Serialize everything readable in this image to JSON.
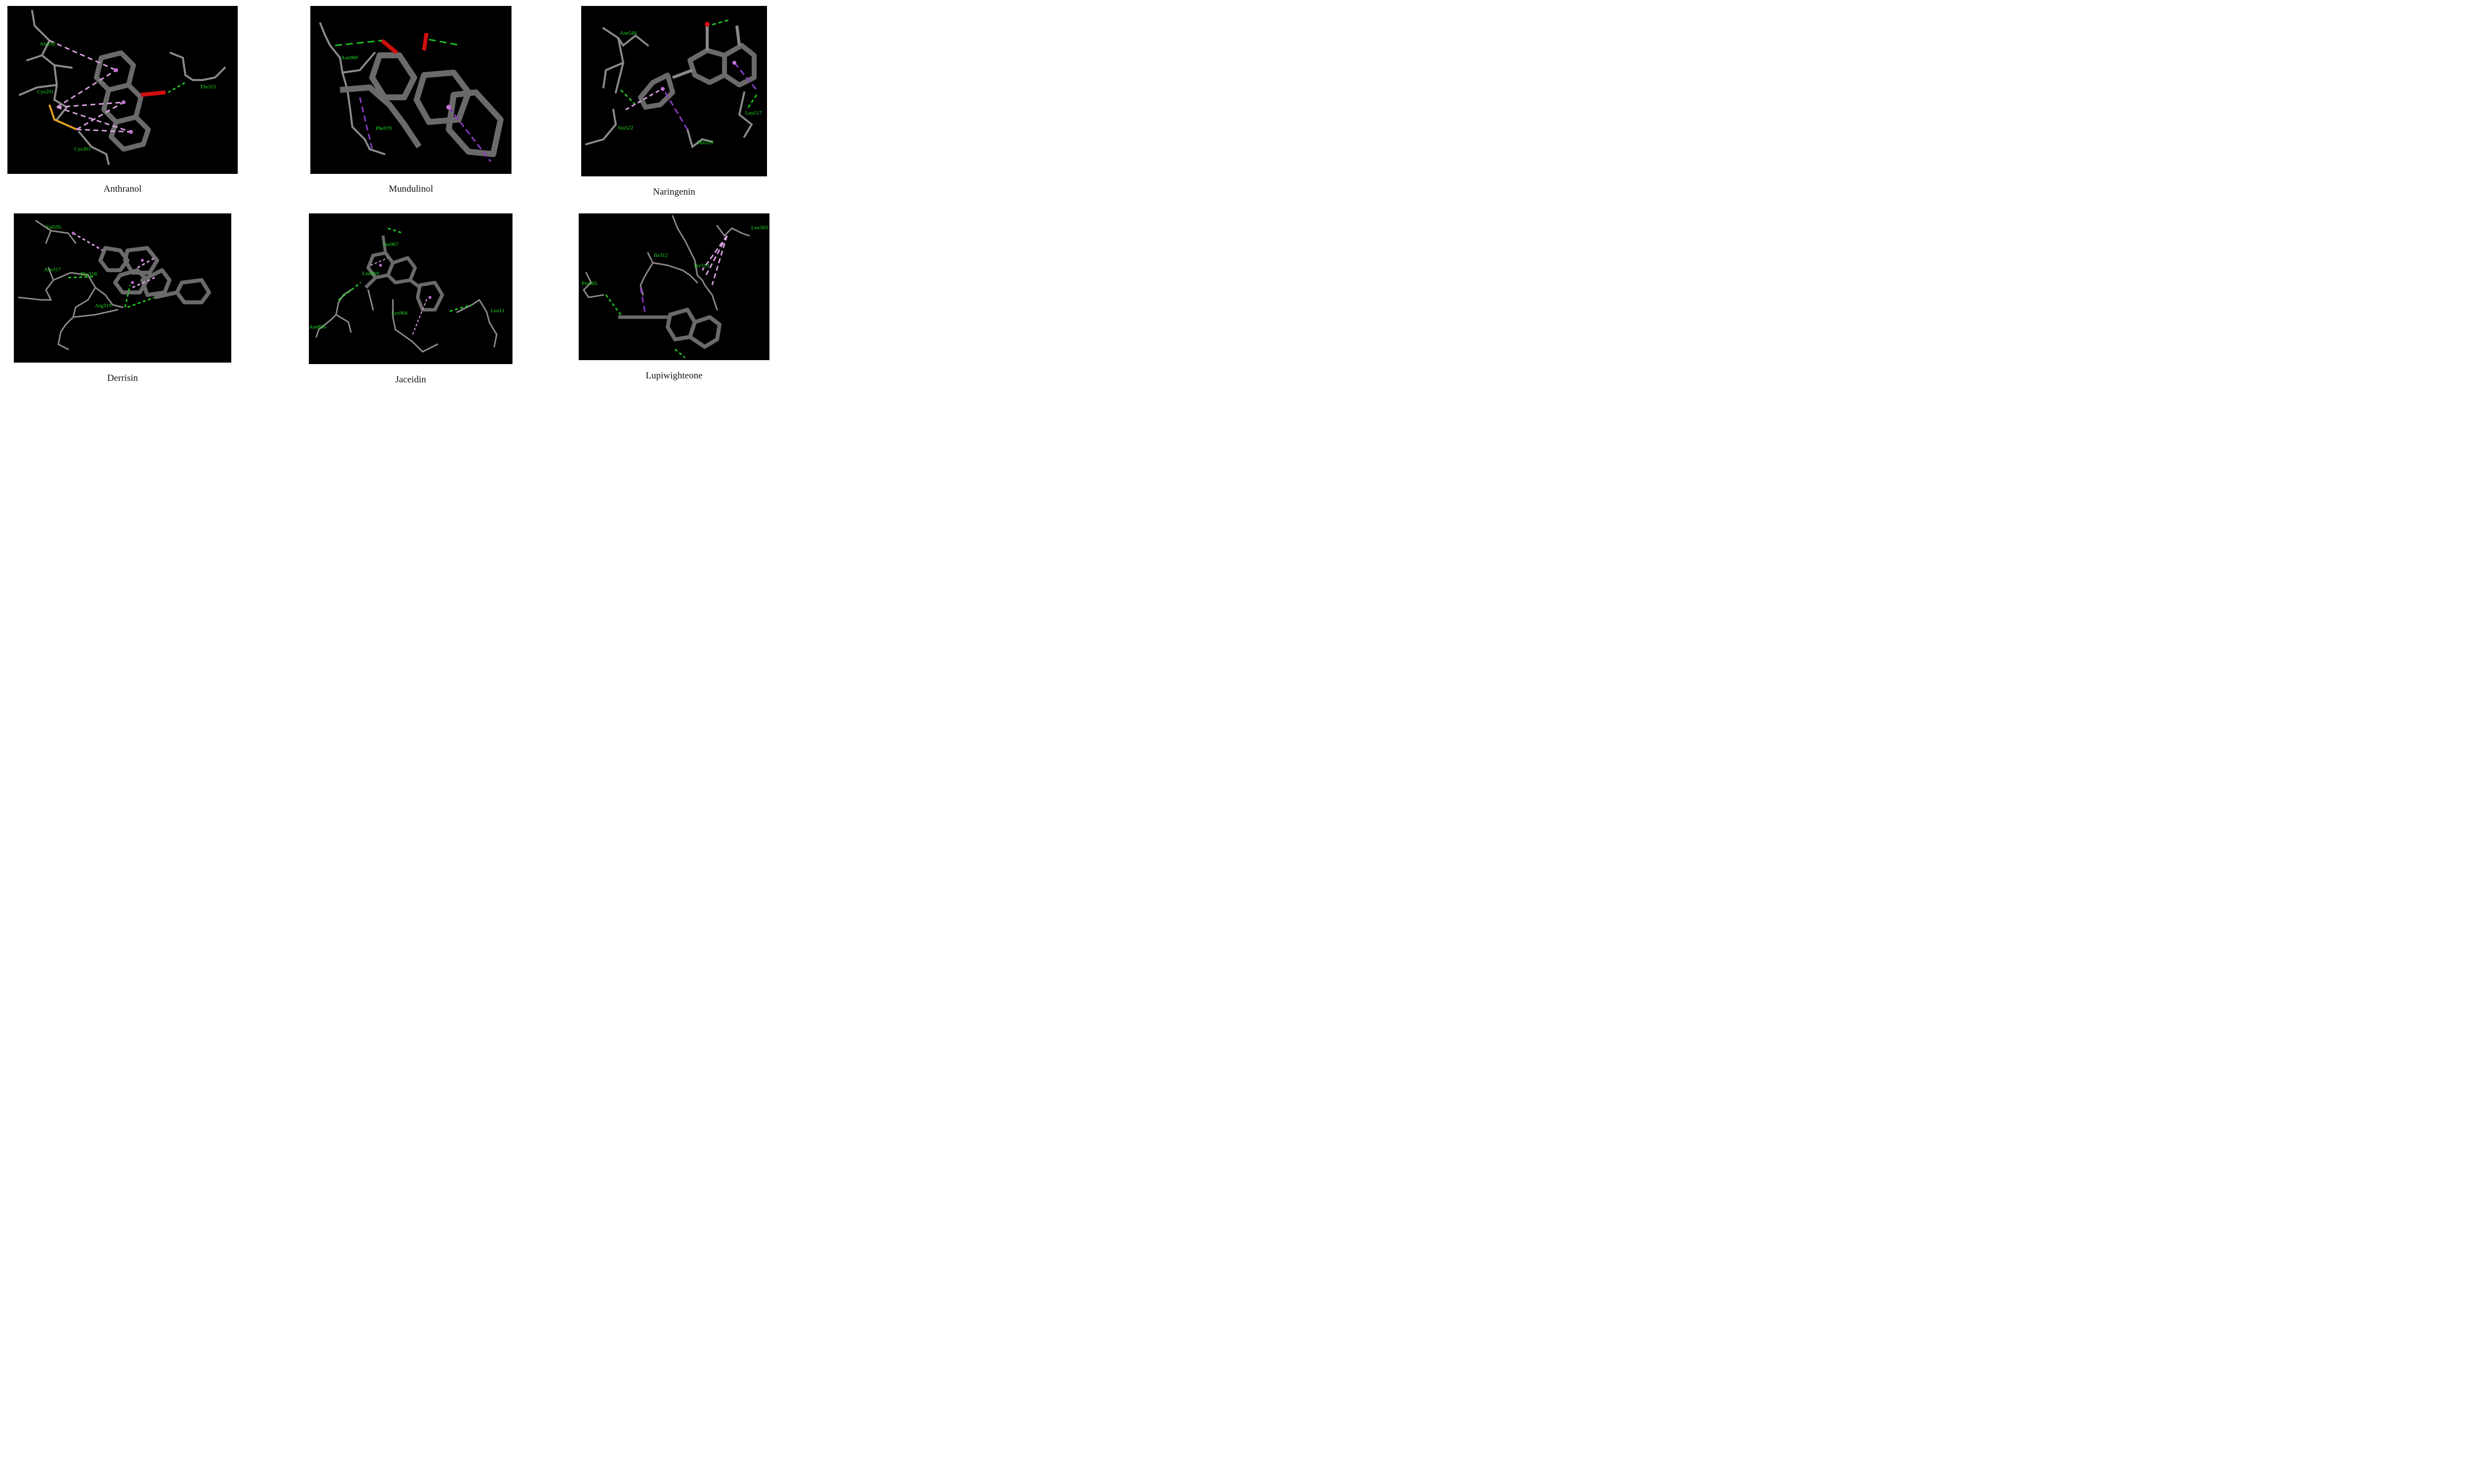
{
  "panels": [
    {
      "caption": "Anthranol",
      "residues": [
        "Ala292",
        "Cys291",
        "Cys301",
        "Thr315"
      ]
    },
    {
      "caption": "Mundulinol",
      "residues": [
        "Asn969",
        "Phe970"
      ]
    },
    {
      "caption": "Naringenin",
      "residues": [
        "Asn544",
        "Ala522",
        "His519",
        "Leu517"
      ]
    },
    {
      "caption": "Derrisin",
      "residues": [
        "Val595",
        "Asn317",
        "Phe318",
        "Arg319"
      ]
    },
    {
      "caption": "Jaceidin",
      "residues": [
        "Ser967",
        "Leu969",
        "Asn856",
        "Lys964",
        "Leu11"
      ]
    },
    {
      "caption": "Lupiwighteone",
      "residues": [
        "Leu303",
        "Ile312",
        "Tyr313",
        "Pro665"
      ]
    }
  ],
  "colors": {
    "panel_background": "#000000",
    "residue_label": "#22e022",
    "carbon_bond": "#8a8a8a",
    "oxygen": "#d01010",
    "nitrogen": "#6f6fe0",
    "sulfur": "#e0a020",
    "hydrogen_bond": "#22c022",
    "pi_alkyl": "#d9a0e0",
    "pi_sigma": "#8a3cc8"
  }
}
